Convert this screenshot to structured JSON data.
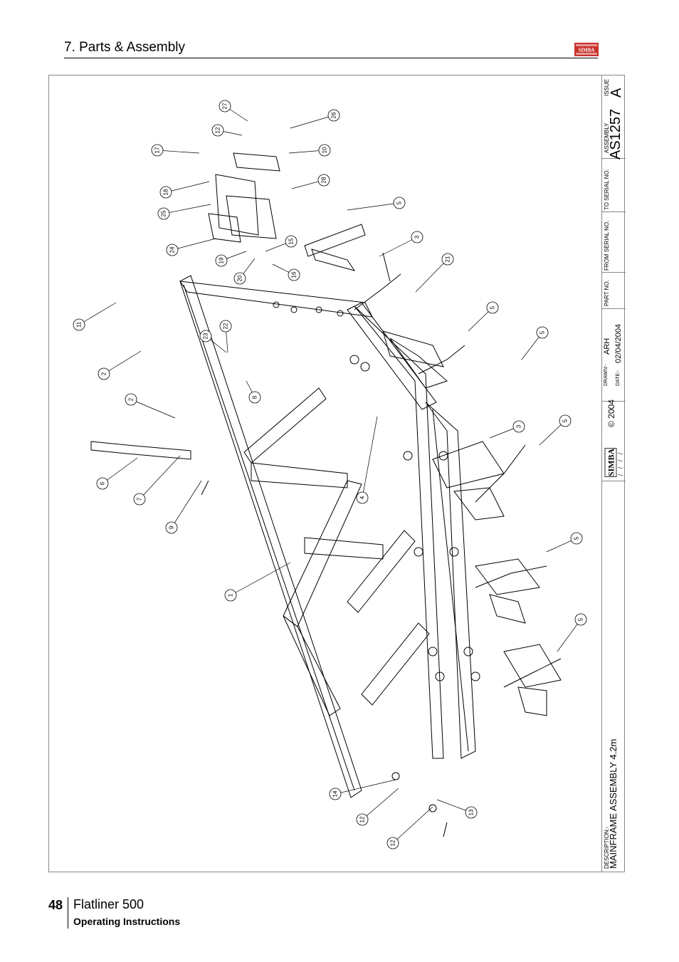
{
  "header": {
    "section_title": "7. Parts & Assembly"
  },
  "title_block": {
    "issue_label": "ISSUE",
    "issue": "A",
    "assembly_label": "ASSEMBLY",
    "assembly": "AS1257",
    "to_serial_label": "TO SERIAL NO.",
    "from_serial_label": "FROM SERIAL NO.",
    "part_no_label": "PART NO.",
    "drawn_label": "DRAWN:-",
    "drawn": "ARH",
    "date_label": "DATE:-",
    "date": "02/04/2004",
    "brand": "SIMBA",
    "copyright": "© 2004",
    "description_label": "DESCRIPTION:-",
    "description": "MAINFRAME ASSEMBLY 4.2m"
  },
  "callouts": [
    "27",
    "26",
    "12",
    "10",
    "17",
    "18",
    "28",
    "25",
    "5",
    "24",
    "15",
    "19",
    "20",
    "16",
    "3",
    "21",
    "11",
    "5",
    "23",
    "22",
    "5",
    "2",
    "8",
    "2",
    "3",
    "5",
    "6",
    "7",
    "4",
    "9",
    "5",
    "1",
    "5",
    "14",
    "13",
    "12",
    "12"
  ],
  "footer": {
    "page_number": "48",
    "product": "Flatliner 500",
    "subtitle": "Operating Instructions"
  },
  "colors": {
    "logo_red": "#c8302a",
    "line": "#000000",
    "border": "#888888"
  }
}
